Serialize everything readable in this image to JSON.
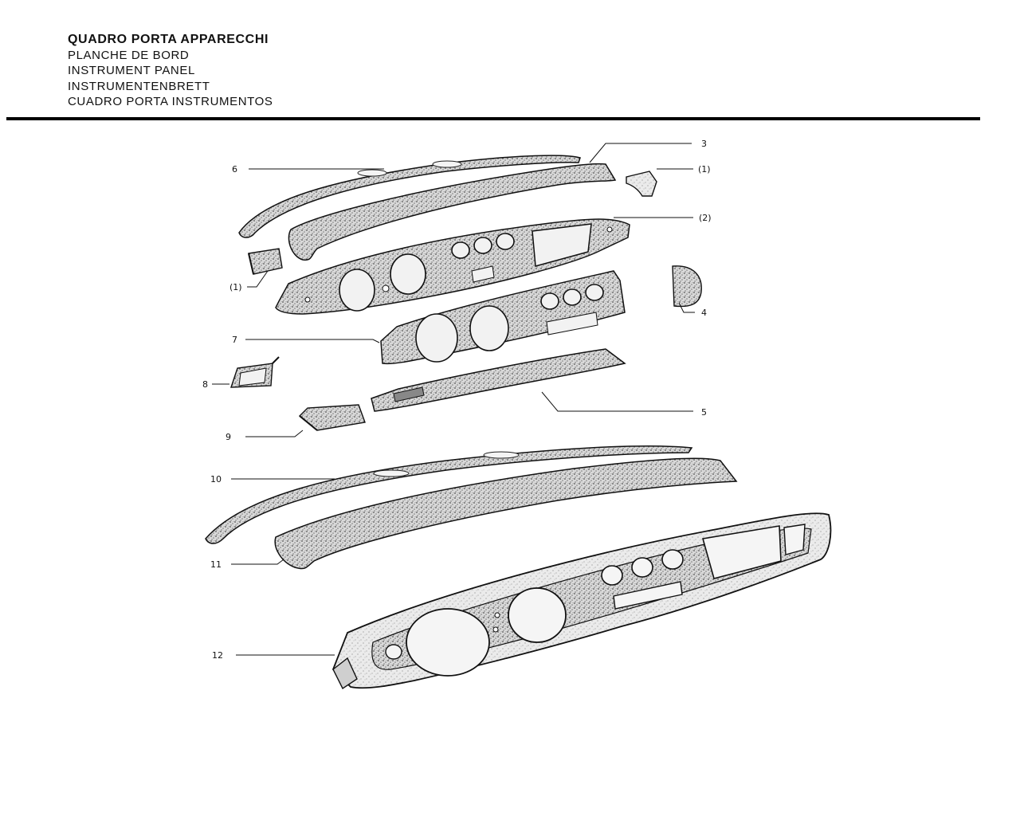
{
  "header": {
    "titles": [
      "QUADRO PORTA APPARECCHI",
      "PLANCHE DE BORD",
      "INSTRUMENT PANEL",
      "INSTRUMENTENBRETT",
      "CUADRO PORTA INSTRUMENTOS"
    ]
  },
  "callouts": [
    {
      "id": "6",
      "text": "6"
    },
    {
      "id": "3",
      "text": "3"
    },
    {
      "id": "1a",
      "text": "(1)"
    },
    {
      "id": "2",
      "text": "(2)"
    },
    {
      "id": "1b",
      "text": "(1)"
    },
    {
      "id": "4",
      "text": "4"
    },
    {
      "id": "7",
      "text": "7"
    },
    {
      "id": "8",
      "text": "8"
    },
    {
      "id": "5",
      "text": "5"
    },
    {
      "id": "9",
      "text": "9"
    },
    {
      "id": "10",
      "text": "10"
    },
    {
      "id": "11",
      "text": "11"
    },
    {
      "id": "12",
      "text": "12"
    }
  ]
}
